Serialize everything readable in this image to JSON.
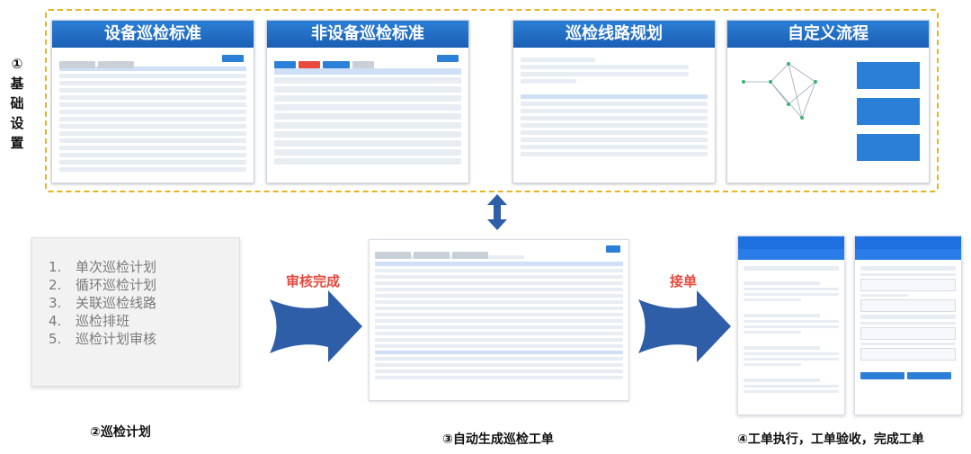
{
  "section1": {
    "label_chars": [
      "①",
      "基",
      "础",
      "设",
      "置"
    ],
    "cards": [
      {
        "title": "设备巡检标准"
      },
      {
        "title": "非设备巡检标准"
      },
      {
        "title": "巡检线路规划"
      },
      {
        "title": "自定义流程"
      }
    ]
  },
  "plan": {
    "items": [
      {
        "num": "1.",
        "text": "单次巡检计划"
      },
      {
        "num": "2.",
        "text": "循环巡检计划"
      },
      {
        "num": "3.",
        "text": "关联巡检线路"
      },
      {
        "num": "4.",
        "text": "巡检排班"
      },
      {
        "num": "5.",
        "text": "巡检计划审核"
      }
    ]
  },
  "arrows": {
    "review_label": "审核完成",
    "accept_label": "接单"
  },
  "captions": {
    "plan": "②巡检计划",
    "generate": "③自动生成巡检工单",
    "execute": "④工单执行，工单验收，完成工单"
  },
  "colors": {
    "card_header": "#1a5fb4",
    "arrow_blue": "#2e5ea8",
    "arrow_label": "#e8483d",
    "dashed_border": "#e6b422"
  }
}
